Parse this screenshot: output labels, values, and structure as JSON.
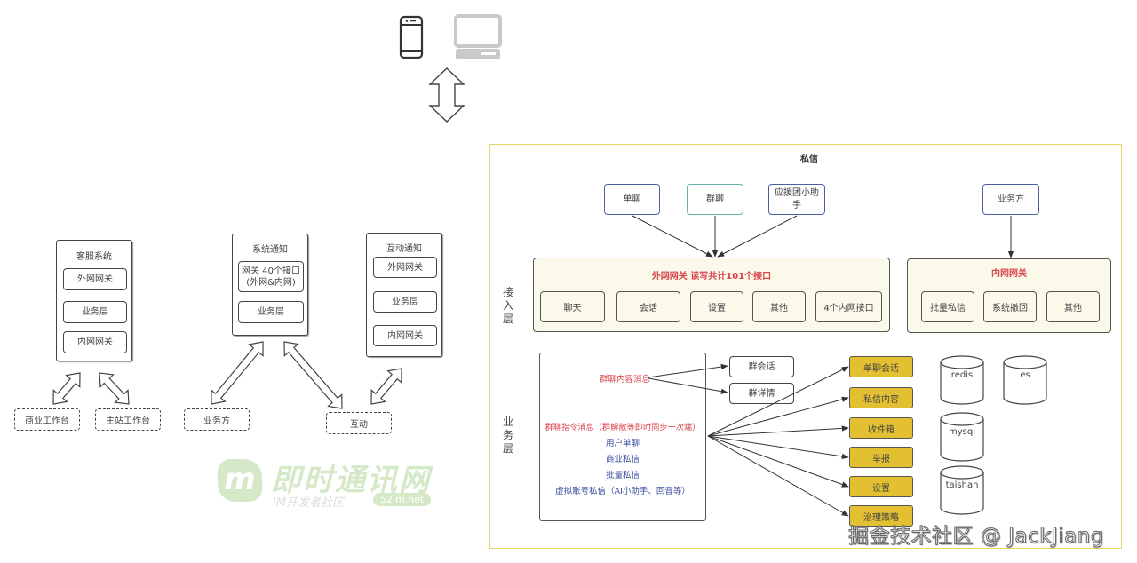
{
  "top_devices": {
    "phone_icon": "mobile-phone-icon",
    "computer_icon": "desktop-computer-icon",
    "arrow_icon": "bidirectional-arrow-icon"
  },
  "left_systems": {
    "customer_service": {
      "title": "客服系统",
      "layers": [
        "外网网关",
        "业务层",
        "内网网关"
      ],
      "clients": [
        "商业工作台",
        "主站工作台"
      ]
    },
    "system_notice": {
      "title": "系统通知",
      "layers": [
        "网关 40个接口\n(外网&内网)",
        "业务层"
      ],
      "client": "业务方"
    },
    "interaction_notice": {
      "title": "互动通知",
      "layers": [
        "外网网关",
        "业务层",
        "内网网关"
      ],
      "client": "互动"
    }
  },
  "watermark_left": {
    "title": "即时通讯网",
    "subtitle": "IM开发者社区",
    "badge": "52im.net"
  },
  "private_message": {
    "title": "私信",
    "access_layer_label": "接\n入\n层",
    "business_layer_label": "业\n务\n层",
    "sources": [
      "单聊",
      "群聊",
      "应援团小助\n手"
    ],
    "business_party": "业务方",
    "external_gateway": {
      "title": "外网网关 读写共计101个接口",
      "modules": [
        "聊天",
        "会话",
        "设置",
        "其他",
        "4个内网接口"
      ]
    },
    "internal_gateway": {
      "title": "内网网关",
      "modules": [
        "批量私信",
        "系统撤回",
        "其他"
      ]
    },
    "business": {
      "group_content_msg": "群聊内容消息",
      "group_cmd_msg": "群聊指令消息（群解散等即时同步一次端）",
      "blue_items": [
        "用户单聊",
        "商业私信",
        "批量私信",
        "虚拟账号私信（AI小助手、回音等）"
      ],
      "group_targets": [
        "群会话",
        "群详情"
      ],
      "storage_targets": [
        "单聊会话",
        "私信内容",
        "收件箱",
        "举报",
        "设置",
        "治理策略"
      ],
      "databases": [
        "redis",
        "es",
        "mysql",
        "taishan"
      ]
    }
  },
  "watermark_right": "掘金技术社区 @ JackJiang",
  "colors": {
    "gold": "#e2c031",
    "cream": "#fbf9ea",
    "red_text": "#d9434a",
    "blue_text": "#3a4ea0",
    "panel_border": "#e8d66a"
  }
}
